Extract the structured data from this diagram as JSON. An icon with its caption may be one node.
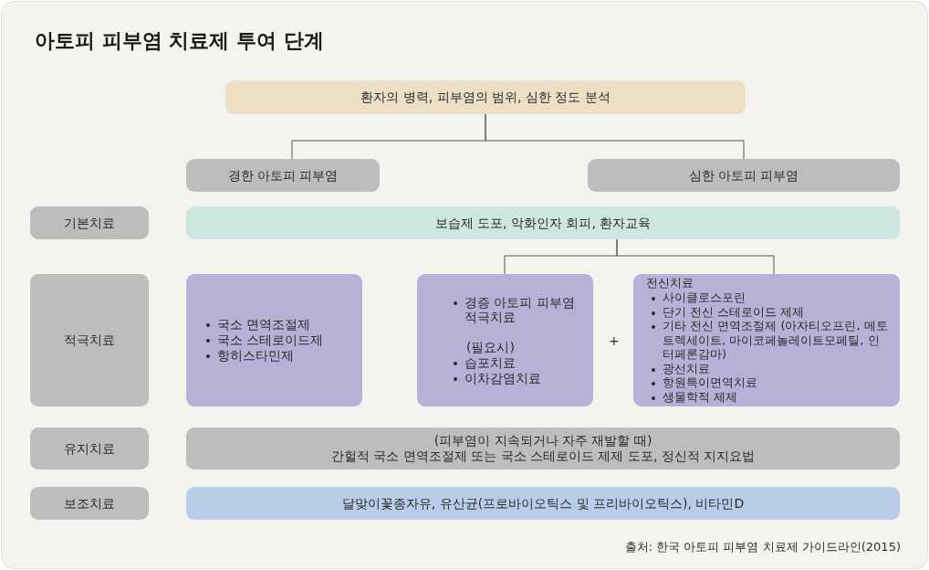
{
  "diagram": {
    "title": "아토피 피부염 치료제 투여 단계",
    "caption": "출처: 한국 아토피 피부염 치료제 가이드라인(2015)",
    "nodes": [
      {
        "text": [
          "환자의 병력, 피부염의 범위, 심한 정도 분석"
        ]
      },
      {
        "text": [
          "경한 아토피 피부염"
        ]
      },
      {
        "text": [
          "심한 아토피 피부염"
        ]
      },
      {
        "text": [
          "기본치료"
        ]
      },
      {
        "text": [
          "보습제 도포, 악화인자 회피, 환자교육"
        ]
      },
      {
        "text": [
          "적극치료"
        ]
      },
      {
        "text": [
          "국소 면역조절제",
          "국소 스테로이드제",
          "항히스타민제"
        ]
      },
      {
        "text": [
          "경증 아토피 피부염 적극치료",
          "(필요시)",
          "습포치료",
          "이차감염치료"
        ]
      },
      {
        "text": [
          "전신치료",
          "사이클로스포린",
          "단기 전신 스테로이드 제제",
          "기타 전신 면역조절제 (아자티오프린, 메토트렉세이트, 마이코페놀레이트모페틸, 인터페론감마)",
          "광선치료",
          "항원특이면역치료",
          "생물학적 제제"
        ]
      },
      {
        "text": [
          "유지치료"
        ]
      },
      {
        "text": [
          "(피부염이 지속되거나 자주 재발할 때)",
          "간헐적 국소 면역조절제 또는 국소 스테로이드 제제 도포, 정신적 지지요법"
        ]
      },
      {
        "text": [
          "보조치료"
        ]
      },
      {
        "text": [
          "달맞이꽃종자유, 유산균(프로바이오틱스 및 프리바이오틱스), 비타민D"
        ]
      }
    ],
    "edges": [
      {
        "from": 0,
        "to": 1,
        "arrow": "none"
      },
      {
        "from": 0,
        "to": 2,
        "arrow": "none"
      },
      {
        "from": 4,
        "to": 7,
        "arrow": "none"
      },
      {
        "from": 4,
        "to": 8,
        "arrow": "none"
      }
    ],
    "labels": [
      "+"
    ]
  }
}
